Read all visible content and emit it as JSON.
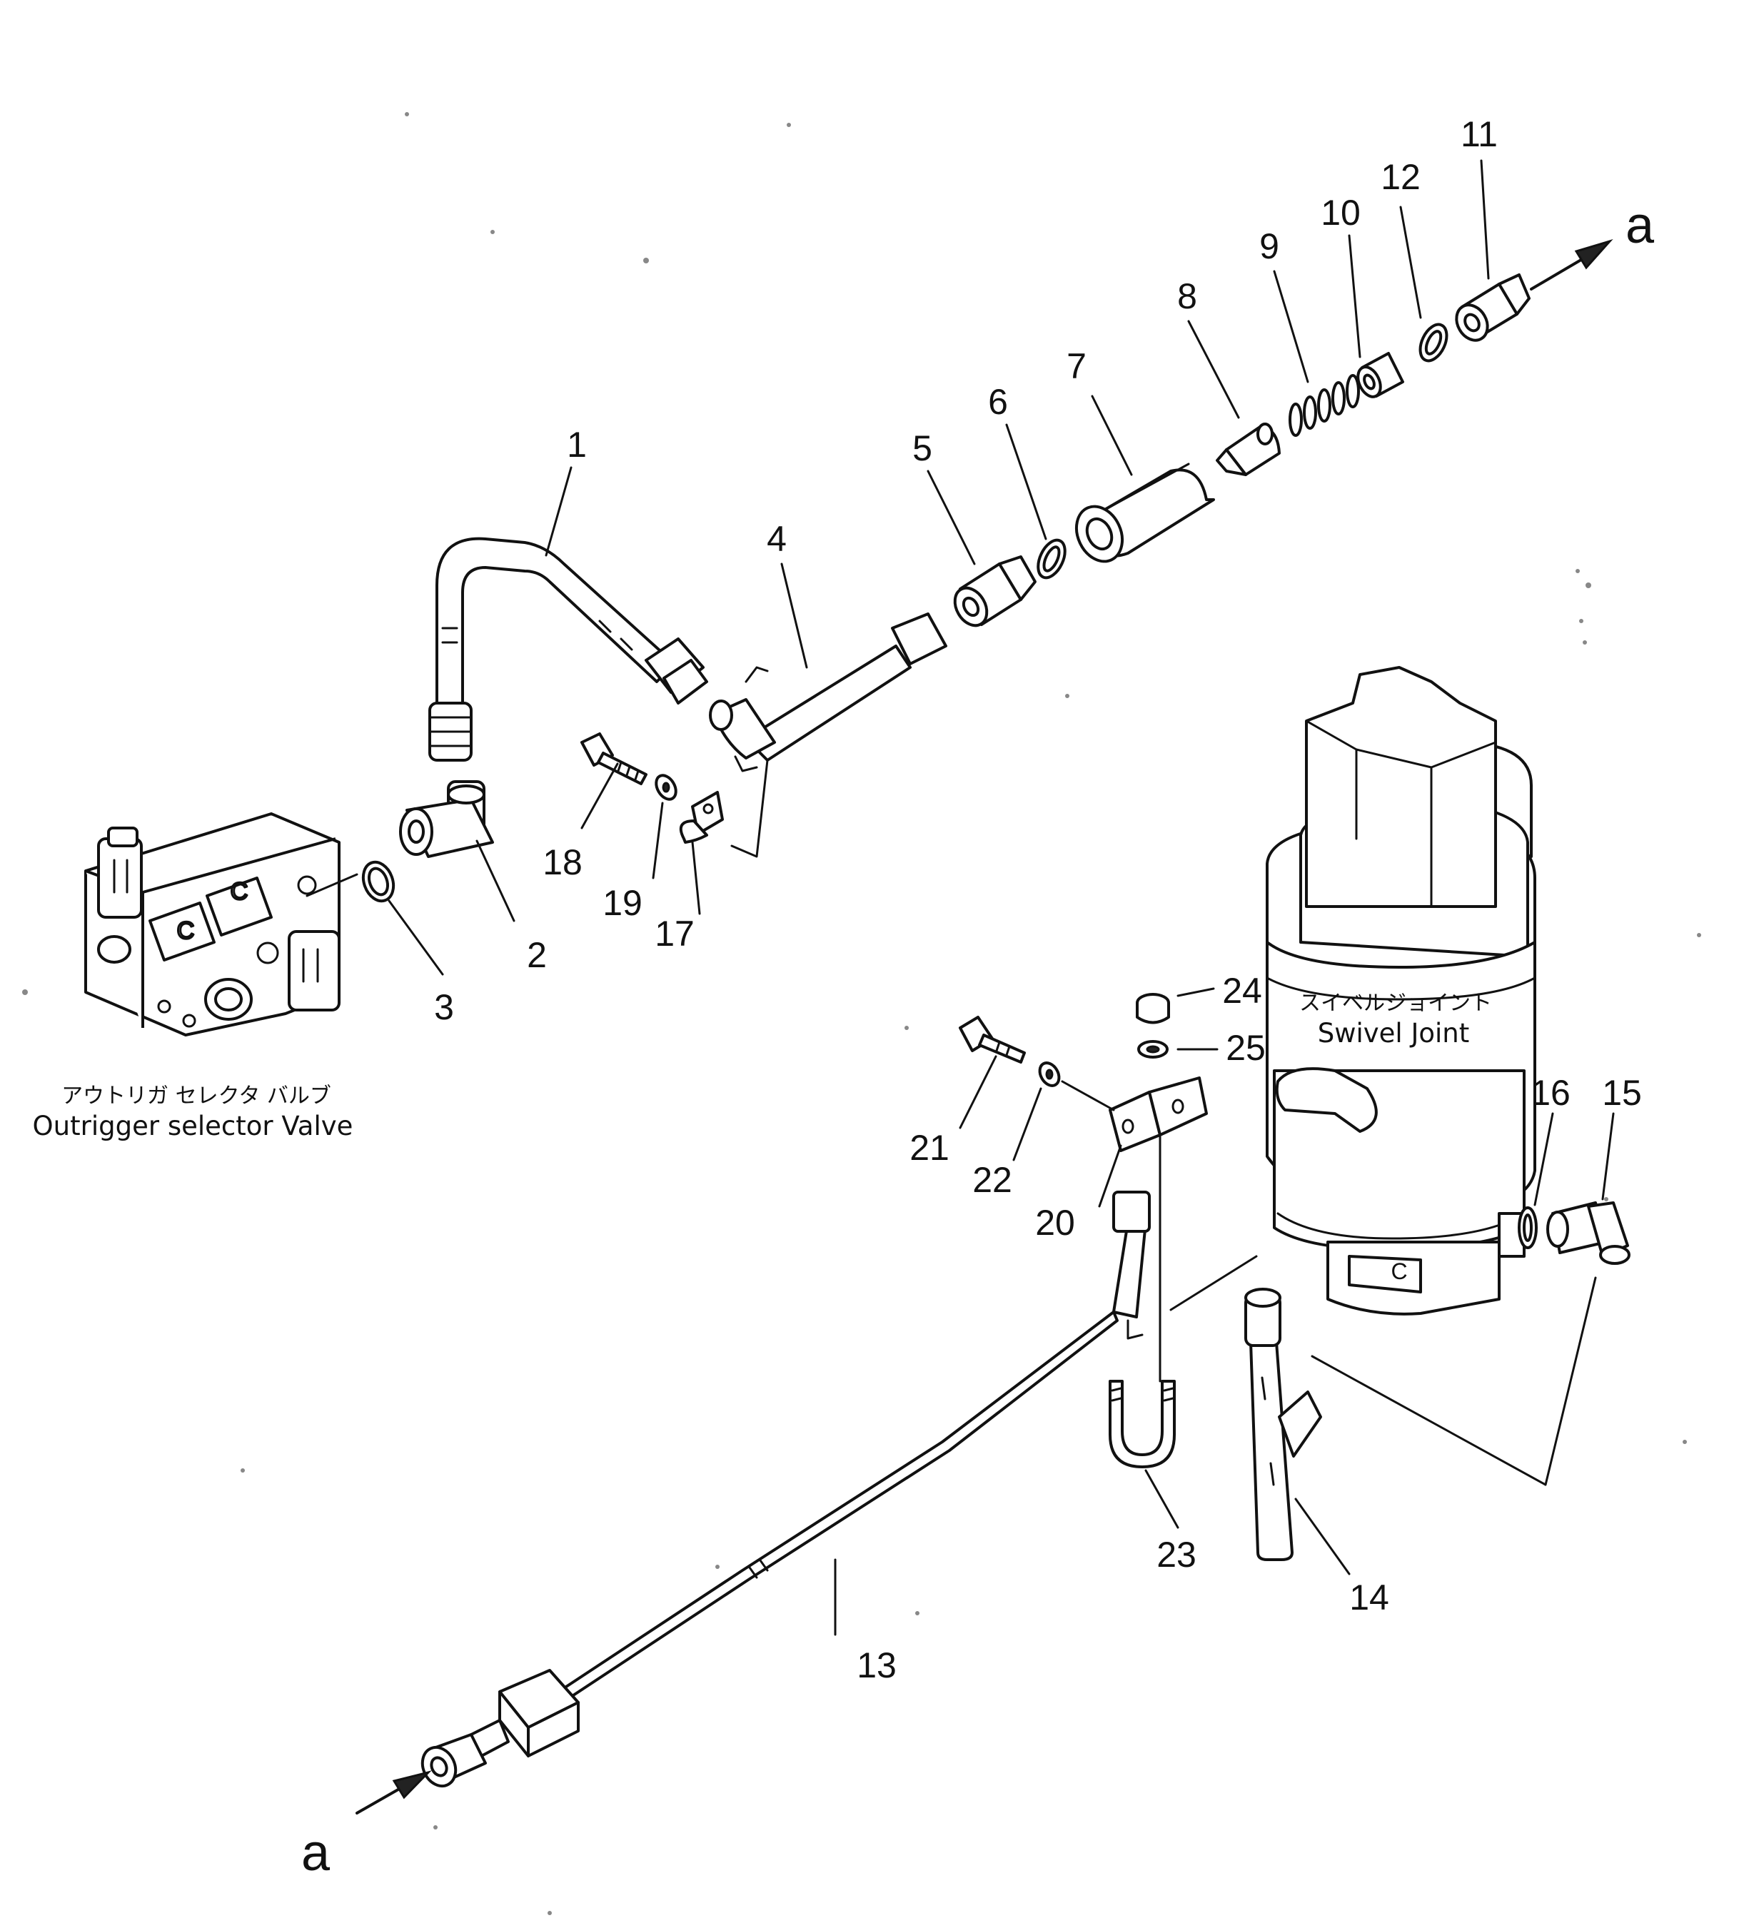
{
  "callouts": {
    "n1": "1",
    "n2": "2",
    "n3": "3",
    "n4": "4",
    "n5": "5",
    "n6": "6",
    "n7": "7",
    "n8": "8",
    "n9": "9",
    "n10": "10",
    "n11": "11",
    "n12": "12",
    "n13": "13",
    "n14": "14",
    "n15": "15",
    "n16": "16",
    "n17": "17",
    "n18": "18",
    "n19": "19",
    "n20": "20",
    "n21": "21",
    "n22": "22",
    "n23": "23",
    "n24": "24",
    "n25": "25"
  },
  "connection_marks": {
    "top": "a",
    "bottom": "a"
  },
  "valve_label": {
    "japanese": "アウトリガ セレクタ バルブ",
    "english": "Outrigger selector Valve"
  },
  "swivel_label": {
    "japanese": "スイベルジョイント",
    "english": "Swivel  Joint"
  },
  "body_marks": {
    "valve_c1": "C",
    "valve_c2": "C",
    "swivel_c": "C"
  }
}
